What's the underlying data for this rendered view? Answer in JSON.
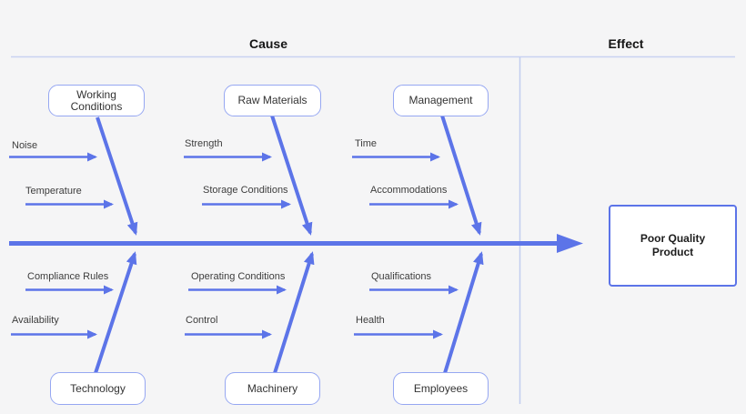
{
  "page": {
    "background": "#f5f5f6"
  },
  "fishbone": {
    "cause_label": "Cause",
    "effect_label": "Effect",
    "effect_text": "Poor Quality Product",
    "colors": {
      "arrow": "#5c74e8",
      "node_border": "#96a7f2",
      "effect_border": "#5c74e8",
      "divider": "#c6d0f0",
      "label_text": "#3d3d3d",
      "header_text": "#151515"
    },
    "top_categories": [
      {
        "name": "Working Conditions",
        "causes": [
          "Noise",
          "Temperature"
        ]
      },
      {
        "name": "Raw Materials",
        "causes": [
          "Strength",
          "Storage Conditions"
        ]
      },
      {
        "name": "Management",
        "causes": [
          "Time",
          "Accommodations"
        ]
      }
    ],
    "bottom_categories": [
      {
        "name": "Technology",
        "causes": [
          "Compliance Rules",
          "Availability"
        ]
      },
      {
        "name": "Machinery",
        "causes": [
          "Operating Conditions",
          "Control"
        ]
      },
      {
        "name": "Employees",
        "causes": [
          "Qualifications",
          "Health"
        ]
      }
    ]
  }
}
